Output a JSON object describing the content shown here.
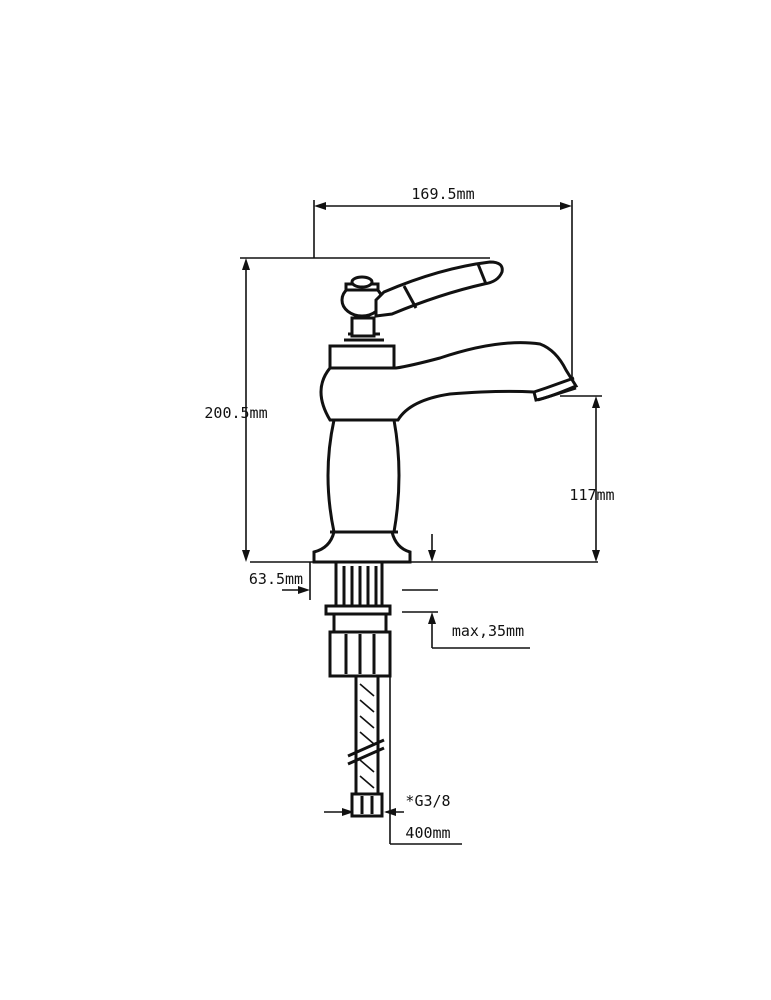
{
  "dimensions": {
    "width_total": "169.5mm",
    "height_total": "200.5mm",
    "spout_height": "117mm",
    "base_diameter": "63.5mm",
    "max_counter_thickness": "max,35mm",
    "thread": "*G3/8",
    "hose_length": "400mm"
  },
  "colors": {
    "line": "#111111",
    "background": "#ffffff"
  }
}
